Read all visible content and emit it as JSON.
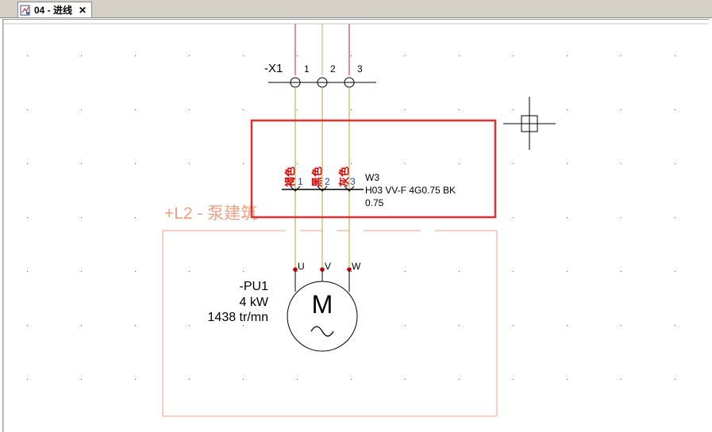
{
  "tab": {
    "title": "04 - 进线",
    "close_glyph": "✕"
  },
  "terminal": {
    "name": "-X1",
    "numbers": [
      "1",
      "2",
      "3"
    ]
  },
  "cable": {
    "name": "W3",
    "type": "H03 VV-F 4G0.75 BK",
    "cross_section": "0.75",
    "conductor_colors": [
      "褐色",
      "黑色",
      "灰色"
    ],
    "conductor_numbers": [
      "1",
      "2",
      "3"
    ]
  },
  "location": {
    "label": "+L2 - 泵建筑"
  },
  "motor": {
    "name": "-PU1",
    "power": "4 kW",
    "speed": "1438 tr/mn",
    "symbol_letter": "M",
    "symbol_wave": "~",
    "terminals": [
      "U",
      "V",
      "W"
    ]
  },
  "colors": {
    "phase_red": "#cc2020",
    "phase_olive": "#b8a030",
    "highlight_box": "#e03030",
    "location_box": "#f0a080",
    "conductor_number": "#2040c0",
    "marker": "#cc0000"
  }
}
